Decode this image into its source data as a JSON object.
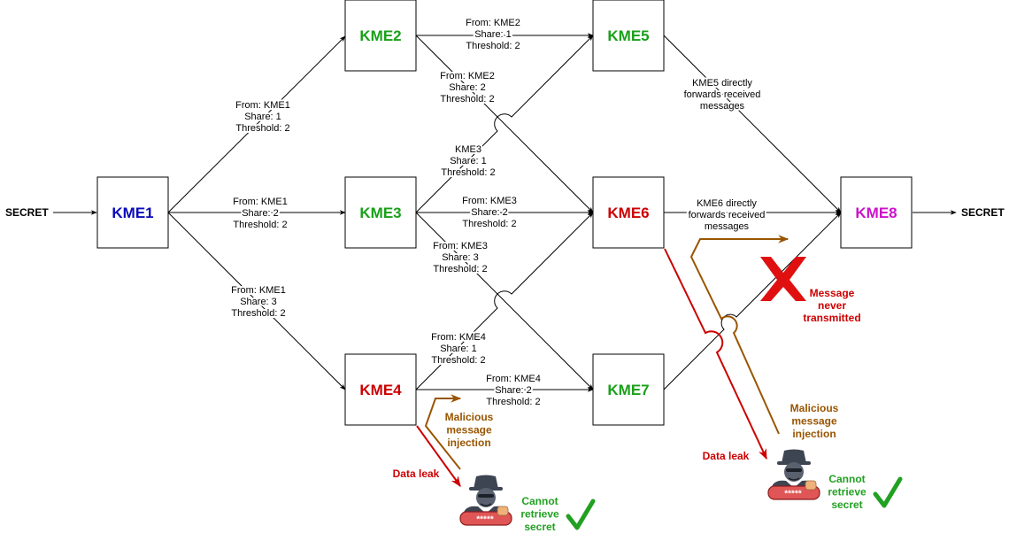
{
  "colors": {
    "blue": "#0a0ab8",
    "green": "#19a019",
    "red": "#cc0000",
    "magenta": "#cc11cc",
    "brown": "#995500",
    "leak_red": "#cc0000",
    "check_green": "#22a022",
    "x_red": "#e01010",
    "hacker_dark": "#3d4452",
    "hacker_pad": "#e05555"
  },
  "endpoints": {
    "left": "SECRET",
    "right": "SECRET"
  },
  "nodes": [
    {
      "id": "kme1",
      "label": "KME1",
      "color": "blue"
    },
    {
      "id": "kme2",
      "label": "KME2",
      "color": "green"
    },
    {
      "id": "kme3",
      "label": "KME3",
      "color": "green"
    },
    {
      "id": "kme4",
      "label": "KME4",
      "color": "red"
    },
    {
      "id": "kme5",
      "label": "KME5",
      "color": "green"
    },
    {
      "id": "kme6",
      "label": "KME6",
      "color": "red"
    },
    {
      "id": "kme7",
      "label": "KME7",
      "color": "green"
    },
    {
      "id": "kme8",
      "label": "KME8",
      "color": "magenta"
    }
  ],
  "edge_labels": {
    "kme1_kme2": [
      "From: KME1",
      "Share: 1",
      "Threshold: 2"
    ],
    "kme1_kme3": [
      "From: KME1",
      "Share: 2",
      "Threshold: 2"
    ],
    "kme1_kme4": [
      "From: KME1",
      "Share: 3",
      "Threshold: 2"
    ],
    "kme2_kme5": [
      "From: KME2",
      "Share: 1",
      "Threshold: 2"
    ],
    "kme2_kme6": [
      "From: KME2",
      "Share: 2",
      "Threshold: 2"
    ],
    "kme3_kme5": [
      "KME3",
      "Share: 1",
      "Threshold: 2"
    ],
    "kme3_kme6": [
      "From: KME3",
      "Share: 2",
      "Threshold: 2"
    ],
    "kme3_kme7": [
      "From: KME3",
      "Share: 3",
      "Threshold: 2"
    ],
    "kme4_kme6": [
      "From: KME4",
      "Share: 1",
      "Threshold: 2"
    ],
    "kme4_kme7": [
      "From: KME4",
      "Share: 2",
      "Threshold: 2"
    ],
    "kme5_kme8": [
      "KME5 directly",
      "forwards received",
      "messages"
    ],
    "kme6_kme8": [
      "KME6 directly",
      "forwards received",
      "messages"
    ]
  },
  "annotations": {
    "injection_left": [
      "Malicious",
      "message",
      "injection"
    ],
    "injection_right": [
      "Malicious",
      "message",
      "injection"
    ],
    "leak_left": "Data leak",
    "leak_right": "Data leak",
    "never_transmitted": [
      "Message",
      "never",
      "transmitted"
    ],
    "cannot_left": [
      "Cannot",
      "retrieve",
      "secret"
    ],
    "cannot_right": [
      "Cannot",
      "retrieve",
      "secret"
    ],
    "hacker_pad_text": "*****"
  },
  "icons": [
    "hacker-icon",
    "check-mark-icon",
    "x-mark-icon"
  ]
}
